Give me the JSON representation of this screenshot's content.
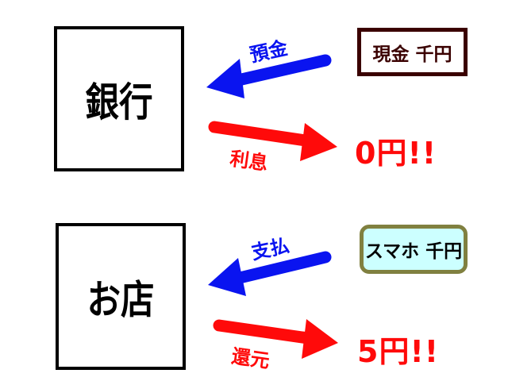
{
  "bank": {
    "title": "銀行",
    "deposit_label": "預金",
    "interest_label": "利息",
    "cash_box": "現金 千円",
    "result": "0円!!"
  },
  "shop": {
    "title": "お店",
    "payment_label": "支払",
    "rebate_label": "還元",
    "phone_box": "スマホ 千円",
    "result": "5円!!"
  },
  "colors": {
    "blue_arrow": "#0a14f0",
    "red_arrow": "#ff0a0a",
    "cash_border": "#3a0000",
    "phone_fill": "#ccffff",
    "phone_border": "#808040"
  }
}
